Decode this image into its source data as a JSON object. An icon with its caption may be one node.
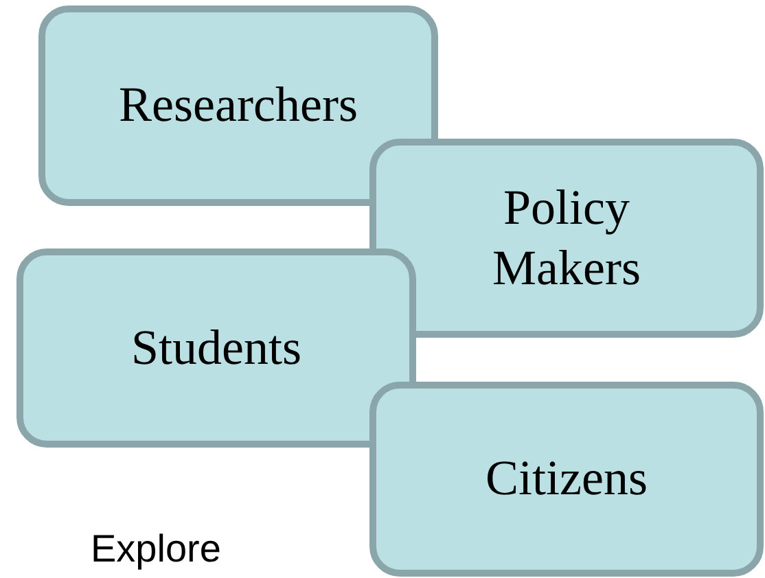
{
  "diagram": {
    "nodes": [
      {
        "text": [
          "Researchers"
        ]
      },
      {
        "text": [
          "Policy Makers"
        ]
      },
      {
        "text": [
          "Students"
        ]
      },
      {
        "text": [
          "Citizens"
        ]
      }
    ],
    "labels": [
      "Explore"
    ]
  }
}
